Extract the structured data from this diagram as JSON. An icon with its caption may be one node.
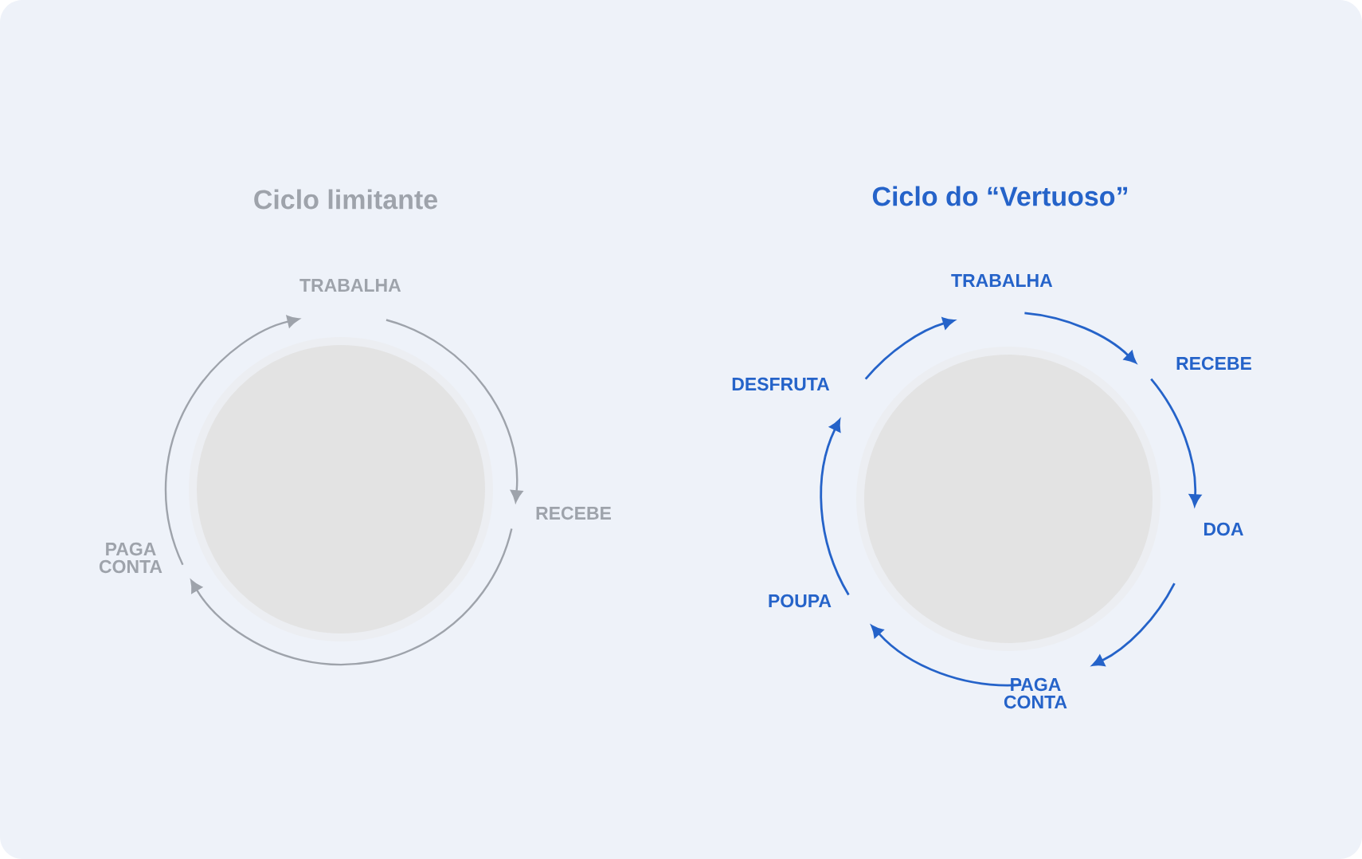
{
  "diagram": {
    "nodes": [
      {
        "text": [],
        "shape": "circle"
      },
      {
        "text": [
          "TRABALHA"
        ]
      },
      {
        "text": [
          "RECEBE"
        ]
      },
      {
        "text": [
          "PAGA CONTA"
        ]
      },
      {
        "text": [],
        "shape": "circle"
      },
      {
        "text": [
          "TRABALHA"
        ]
      },
      {
        "text": [
          "RECEBE"
        ]
      },
      {
        "text": [
          "DOA"
        ]
      },
      {
        "text": [
          "PAGA CONTA"
        ]
      },
      {
        "text": [
          "POUPA"
        ]
      },
      {
        "text": [
          "DESFRUTA"
        ]
      }
    ],
    "edges": [
      {
        "from": 1,
        "to": 2,
        "arrow": "to",
        "color": "#9ea3ab"
      },
      {
        "from": 2,
        "to": 3,
        "arrow": "to",
        "color": "#9ea3ab"
      },
      {
        "from": 3,
        "to": 1,
        "arrow": "to",
        "color": "#9ea3ab"
      },
      {
        "from": 10,
        "to": 5,
        "arrow": "to"
      },
      {
        "from": 5,
        "to": 6,
        "arrow": "to"
      },
      {
        "from": 6,
        "to": 7,
        "arrow": "to"
      },
      {
        "from": 7,
        "to": 8,
        "arrow": "to"
      },
      {
        "from": 8,
        "to": 9,
        "arrow": "to"
      },
      {
        "from": 9,
        "to": 10,
        "arrow": "to"
      }
    ],
    "labels": [
      "Ciclo limitante",
      "Ciclo do “Vertuoso”"
    ]
  }
}
